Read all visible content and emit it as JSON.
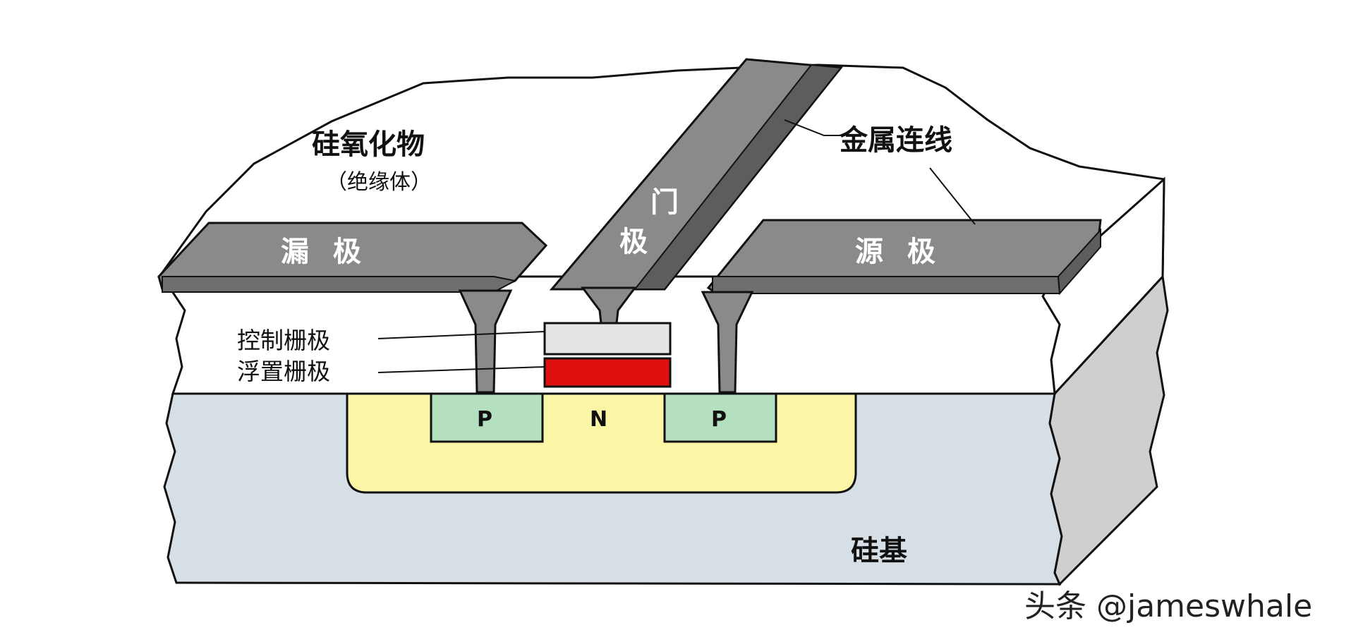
{
  "labels": {
    "oxide_title": "硅氧化物",
    "oxide_subtitle": "（绝缘体）",
    "metal_wire": "金属连线",
    "drain": "漏 极",
    "gate_line1": "门",
    "gate_line2": "极",
    "source": "源 极",
    "control_gate": "控制栅极",
    "floating_gate": "浮置栅极",
    "p_left": "P",
    "n_region": "N",
    "p_right": "P",
    "substrate": "硅基"
  },
  "watermark": "头条 @jameswhale",
  "colors": {
    "oxide": "#ffffff",
    "substrate": "#d7dfe6",
    "substrate_side": "#cfcfcf",
    "n_well": "#fbf5a6",
    "p_region": "#b4e0c0",
    "metal": "#8a8a8a",
    "metal_dark": "#5d5d5d",
    "control_gate": "#e4e4e4",
    "floating_gate": "#e01010",
    "outline": "#111111"
  }
}
